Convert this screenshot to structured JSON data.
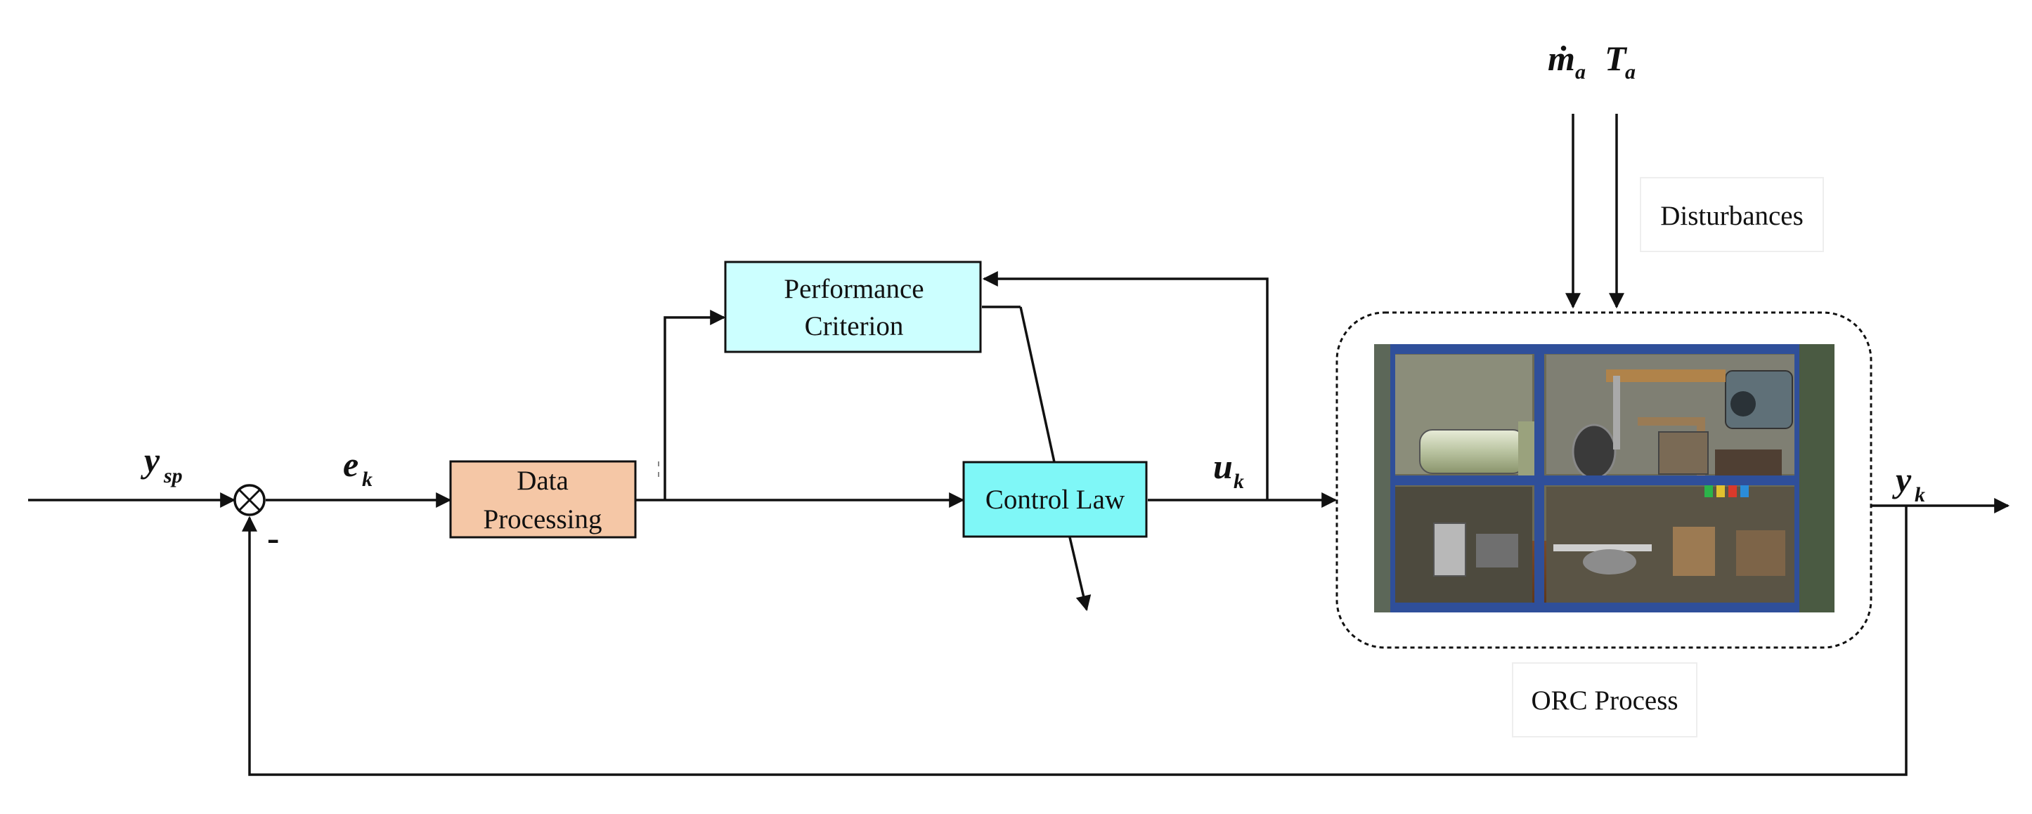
{
  "blocks": {
    "data_processing": {
      "line1": "Data",
      "line2": "Processing",
      "fill": "#f5c7a6"
    },
    "performance_criterion": {
      "line1": "Performance",
      "line2": "Criterion",
      "fill": "#ccffff"
    },
    "control_law": {
      "label": "Control Law",
      "fill": "#7ff7f7"
    }
  },
  "signals": {
    "ysp": {
      "main": "y",
      "sub": "sp"
    },
    "ek": {
      "main": "e",
      "sub": "k"
    },
    "uk": {
      "main": "u",
      "sub": "k"
    },
    "yk": {
      "main": "y",
      "sub": "k"
    },
    "ma": {
      "main": "ṁ",
      "sub": "a"
    },
    "ta": {
      "main": "T",
      "sub": "a"
    }
  },
  "feedback_sign": "-",
  "labels": {
    "disturbances": "Disturbances",
    "orc_process": "ORC Process"
  },
  "colors": {
    "frame_blue": "#2f4f9a",
    "line": "#111111"
  }
}
